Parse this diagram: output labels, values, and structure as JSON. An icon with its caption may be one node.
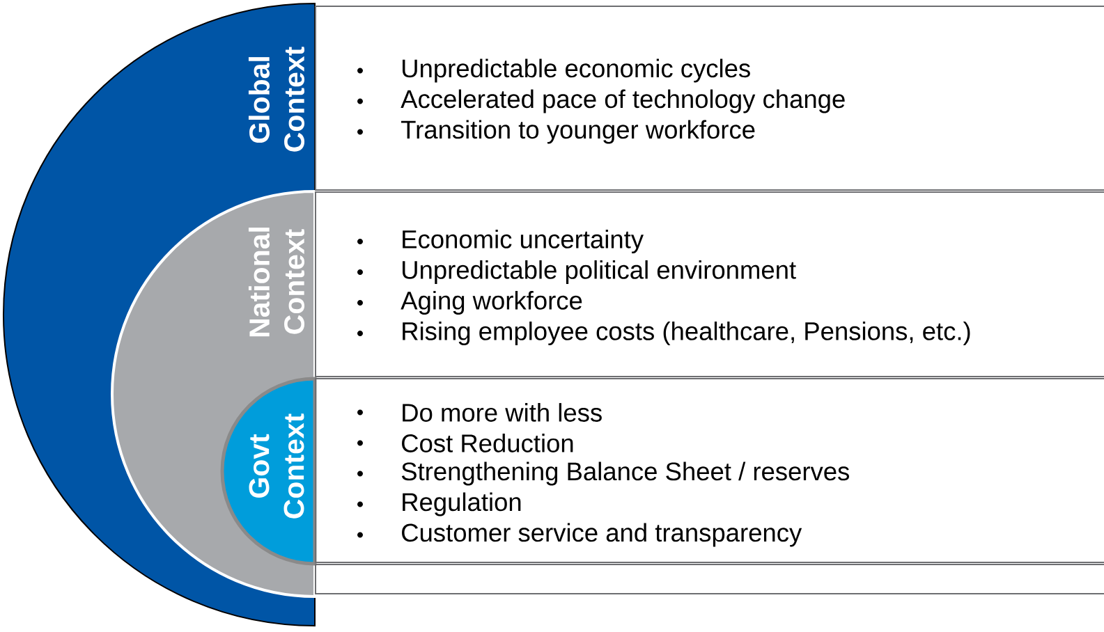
{
  "diagram": {
    "nodes": [
      {
        "text": [
          "Global Context"
        ]
      },
      {
        "text": [
          "National Context"
        ],
        "in": 0
      },
      {
        "text": [
          "Govt Context"
        ],
        "in": 1
      },
      {
        "text": [
          "Unpredictable economic cycles",
          "Accelerated pace of technology change",
          "Transition to younger workforce"
        ]
      },
      {
        "text": [
          "Economic uncertainty",
          "Unpredictable political environment",
          "Aging workforce",
          "Rising employee costs (healthcare, Pensions, etc.)"
        ]
      },
      {
        "text": [
          "Do more with less",
          "Cost Reduction",
          "Strengthening Balance Sheet / reserves",
          "Regulation",
          "Customer service and transparency"
        ]
      },
      {
        "text": [],
        "shape": "box"
      }
    ]
  }
}
